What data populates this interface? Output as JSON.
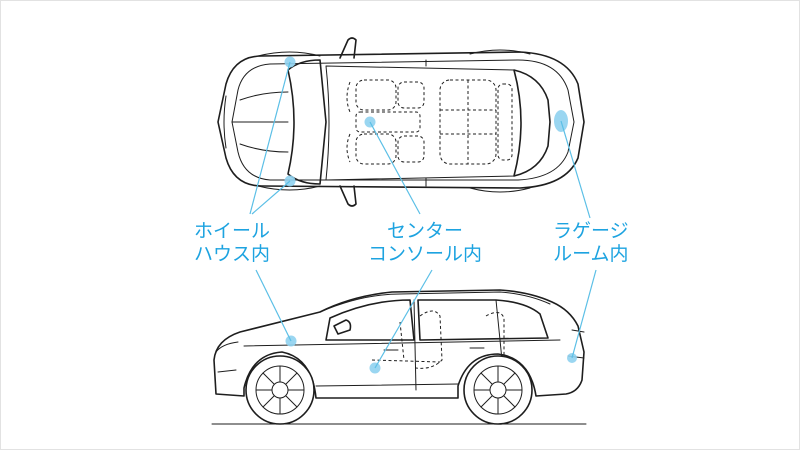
{
  "labels": {
    "wheel_house": [
      "ホイール",
      "ハウス内"
    ],
    "center_console": [
      "センター",
      "コンソール内"
    ],
    "luggage_room": [
      "ラゲージ",
      "ルーム内"
    ]
  },
  "colors": {
    "accent": "#1da3e0",
    "leader": "#5bbfe6",
    "spot": "#8fd2f0",
    "line": "#1e1e1e"
  }
}
